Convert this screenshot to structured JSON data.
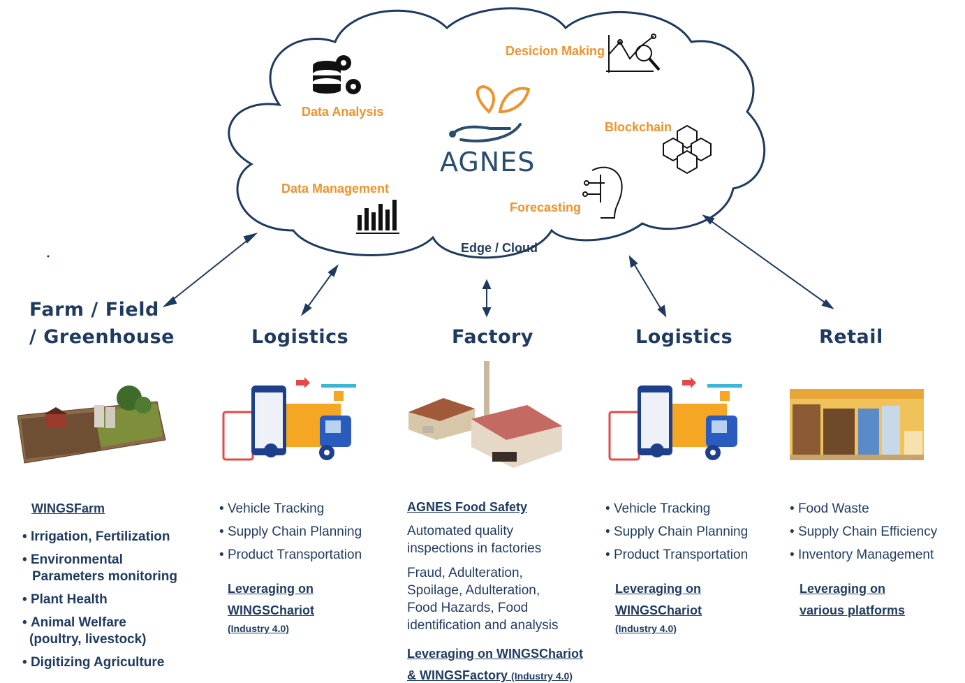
{
  "cloud": {
    "logo_text": "AGNES",
    "labels": {
      "data_analysis": "Data Analysis",
      "decision_making": "Desicion Making",
      "blockchain": "Blockchain",
      "data_management": "Data Management",
      "forecasting": "Forecasting",
      "edge_cloud": "Edge / Cloud"
    }
  },
  "columns": {
    "farm": {
      "title_line1": "Farm / Field",
      "title_line2": "/ Greenhouse",
      "heading": "WINGSFarm",
      "bullets": [
        "Irrigation, Fertilization",
        "Environmental",
        "Plant Health",
        "Animal Welfare",
        "Digitizing Agriculture"
      ],
      "bullet_cont": [
        "Parameters monitoring",
        "(poultry, livestock)"
      ]
    },
    "logistics1": {
      "title": "Logistics",
      "bullets": [
        "Vehicle Tracking",
        "Supply Chain Planning",
        "Product Transportation"
      ],
      "leverage_line1": "Leveraging on",
      "leverage_line2": "WINGSChariot",
      "leverage_line3": "(Industry 4.0)"
    },
    "factory": {
      "title": "Factory",
      "heading": "AGNES Food Safety",
      "para1": "Automated quality inspections in factories",
      "para2": "Fraud, Adulteration, Spoilage, Adulteration, Food Hazards, Food identification and analysis",
      "leverage_line1": "Leveraging on WINGSChariot",
      "leverage_line2": "& WINGSFactory",
      "leverage_small": "(Industry 4.0)"
    },
    "logistics2": {
      "title": "Logistics",
      "bullets": [
        "Vehicle Tracking",
        "Supply Chain Planning",
        "Product Transportation"
      ],
      "leverage_line1": "Leveraging on",
      "leverage_line2": "WINGSChariot",
      "leverage_line3": "(Industry 4.0)"
    },
    "retail": {
      "title": "Retail",
      "bullets": [
        "Food Waste",
        "Supply Chain Efficiency",
        "Inventory Management"
      ],
      "leverage_line1": "Leveraging on",
      "leverage_line2": "various platforms"
    }
  },
  "colors": {
    "navy": "#1f3a5f",
    "orange": "#f0922b",
    "logo_teal": "#2a4d6e"
  }
}
